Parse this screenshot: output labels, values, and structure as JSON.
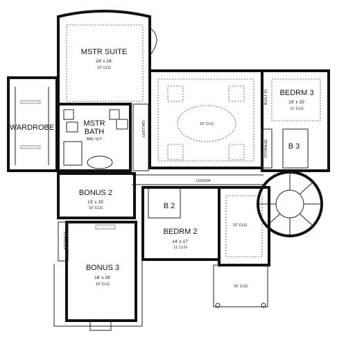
{
  "rooms": {
    "mstr_suite": {
      "name": "MSTR SUITE",
      "size": "24' x 24'",
      "clg": "12' CLG"
    },
    "wardrobe": {
      "name": "WARDROBE"
    },
    "mstr_bath": {
      "name": "MSTR",
      "name2": "BATH",
      "clg": "BRL VLT"
    },
    "gallery": {
      "name": "GALLERY"
    },
    "central": {
      "clg": "22' CLG"
    },
    "bedrm3": {
      "name": "BEDRM 3",
      "size": "15' x 15'",
      "clg": "11' CLG"
    },
    "built_in": {
      "name": "BUILT IN"
    },
    "storage_right": {
      "name": "STORAGE"
    },
    "b3": {
      "name": "B 3"
    },
    "loggia": {
      "name": "LOGGIA"
    },
    "bonus2": {
      "name": "BONUS 2",
      "size": "13' x 15'",
      "clg": "10' CLG"
    },
    "b2": {
      "name": "B 2"
    },
    "bedrm2": {
      "name": "BEDRM 2",
      "size": "14' x 17'",
      "clg": "11' CLG"
    },
    "open_right": {
      "clg": "22' CLG"
    },
    "storage_left": {
      "name": "STORAGE"
    },
    "bonus3": {
      "name": "BONUS 3",
      "size": "16' x 26'",
      "clg": "10' CLG"
    },
    "porch": {
      "clg": "22' CLG"
    }
  }
}
